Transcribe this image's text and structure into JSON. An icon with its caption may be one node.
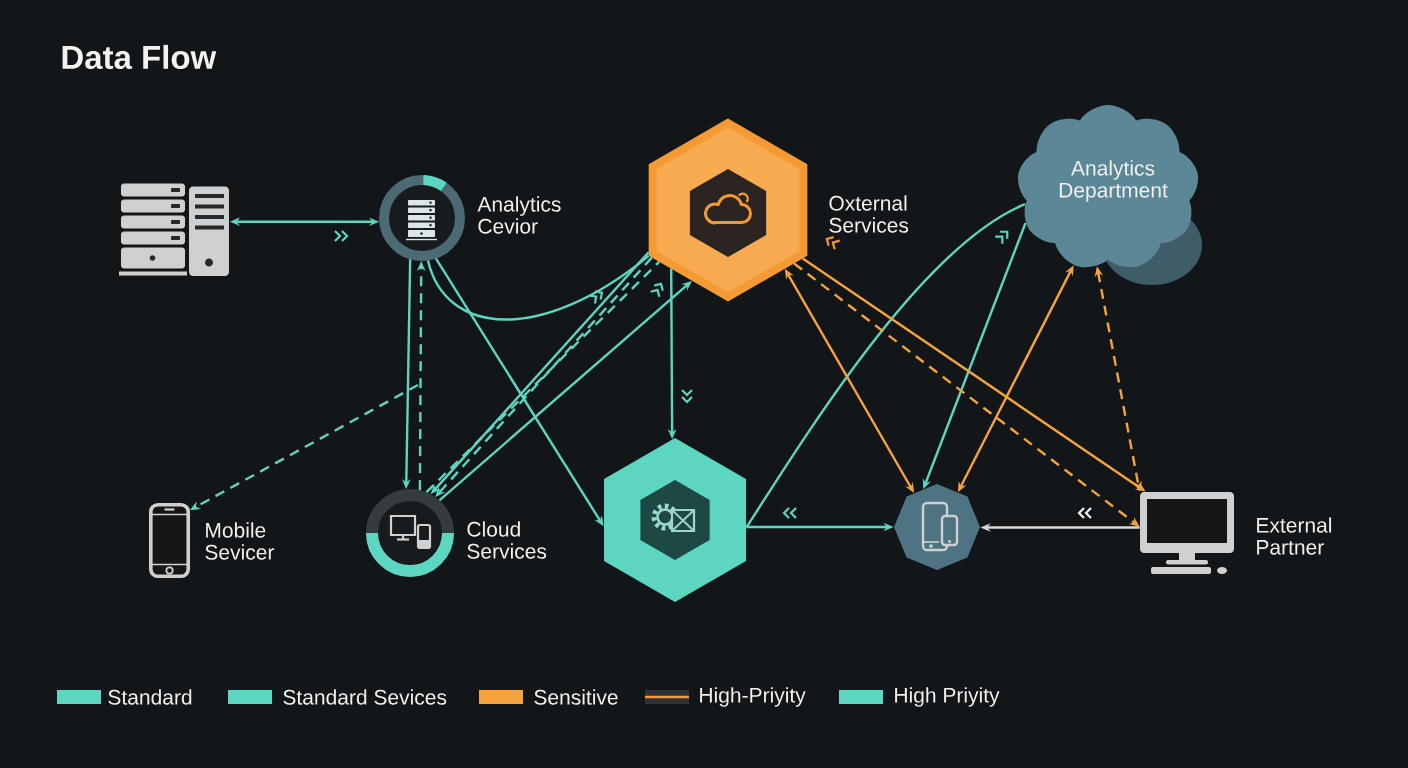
{
  "diagram": {
    "title": "Data Flow",
    "nodes": [
      {
        "text": [],
        "shape": "picture"
      },
      {
        "text": [
          "Analytics Cevior"
        ]
      },
      {
        "text": [
          "Oxternal Services"
        ]
      },
      {
        "text": [
          "Analytics Department"
        ]
      },
      {
        "text": [
          "Mobile Sevicer"
        ]
      },
      {
        "text": [
          "Cloud Services"
        ]
      },
      {
        "text": [],
        "shape": "hexagon"
      },
      {
        "text": [],
        "shape": "octagon"
      },
      {
        "text": [
          "External Partner"
        ]
      }
    ],
    "edges": [
      {
        "from": 0,
        "to": 1,
        "arrow": "both"
      },
      {
        "from": 1,
        "to": 5,
        "arrow": "to"
      },
      {
        "from": 5,
        "to": 1,
        "arrow": "to",
        "style": "dashed"
      },
      {
        "from": 1,
        "to": 2,
        "arrow": "none"
      },
      {
        "from": 1,
        "to": 6,
        "arrow": "to"
      },
      {
        "from": 2,
        "to": 5,
        "arrow": "to"
      },
      {
        "from": 5,
        "to": 2,
        "arrow": "to"
      },
      {
        "from": 2,
        "to": 5,
        "arrow": "to",
        "style": "dashed"
      },
      {
        "from": 5,
        "to": 2,
        "arrow": "none",
        "style": "dashed"
      },
      {
        "from": null,
        "to": 4,
        "arrow": "to",
        "style": "dashed"
      },
      {
        "from": 2,
        "to": 6,
        "arrow": "to"
      },
      {
        "from": 6,
        "to": 7,
        "arrow": "to"
      },
      {
        "from": 6,
        "to": 3,
        "arrow": "none"
      },
      {
        "from": 3,
        "to": 7,
        "arrow": "to"
      },
      {
        "from": 2,
        "to": 7,
        "arrow": "both",
        "color": "#f5a33c"
      },
      {
        "from": 2,
        "to": 8,
        "arrow": "to",
        "color": "#f5a33c"
      },
      {
        "from": 2,
        "to": 8,
        "arrow": "to",
        "style": "dashed",
        "color": "#f5a33c"
      },
      {
        "from": 7,
        "to": 3,
        "arrow": "both",
        "color": "#f5a33c"
      },
      {
        "from": 3,
        "to": 8,
        "arrow": "both",
        "style": "dashed",
        "color": "#f5a33c"
      },
      {
        "from": 8,
        "to": 7,
        "arrow": "to",
        "color": "#d9d9d9"
      }
    ],
    "legend": [
      {
        "text": "Standard",
        "color": "#5cd6c0"
      },
      {
        "text": "Standard Sevices",
        "color": "#5cd6c0"
      },
      {
        "text": "Sensitive",
        "color": "#f5a33c"
      },
      {
        "text": "High-Priyity"
      },
      {
        "text": "High Priyity",
        "color": "#5cd6c0"
      }
    ]
  }
}
